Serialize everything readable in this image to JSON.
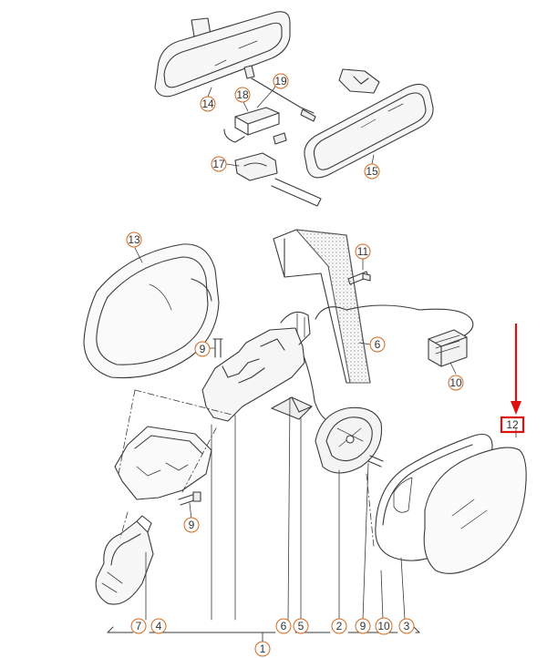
{
  "colors": {
    "line": "#3a3a3a",
    "callout": "#d2691e",
    "highlight": "#e01010",
    "stipple": "#9a9a9a"
  },
  "callouts": {
    "c1": "1",
    "c2": "2",
    "c3": "3",
    "c4": "4",
    "c5": "5",
    "c6": "6",
    "c6b": "6",
    "c7": "7",
    "c9a": "9",
    "c9b": "9",
    "c9c": "9",
    "c10a": "10",
    "c10b": "10",
    "c11": "11",
    "c12": "12",
    "c13": "13",
    "c14": "14",
    "c15": "15",
    "c17": "17",
    "c18": "18",
    "c19": "19"
  }
}
